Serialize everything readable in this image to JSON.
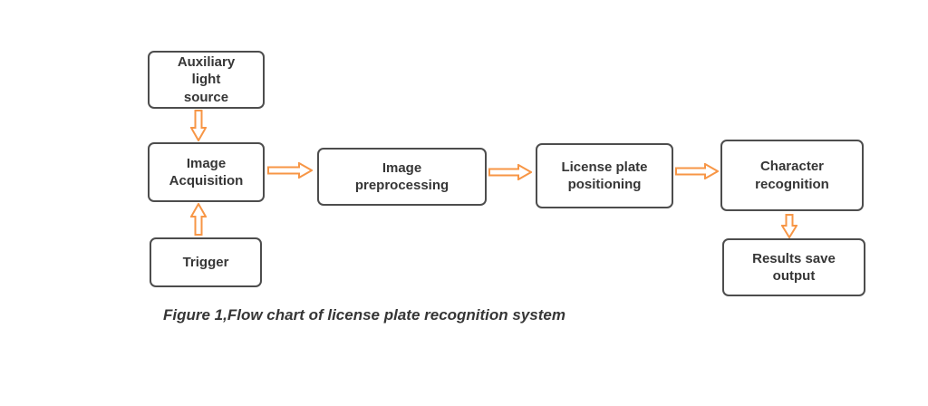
{
  "figure": {
    "caption": "Figure 1,Flow chart of license plate recognition system"
  },
  "nodes": {
    "auxiliary_light_source": {
      "label": "Auxiliary\nlight\nsource"
    },
    "image_acquisition": {
      "label": "Image\nAcquisition"
    },
    "trigger": {
      "label": "Trigger"
    },
    "image_preprocessing": {
      "label": "Image\npreprocessing"
    },
    "license_plate_positioning": {
      "label": "License plate\npositioning"
    },
    "character_recognition": {
      "label": "Character\nrecognition"
    },
    "results_save_output": {
      "label": "Results save\noutput"
    }
  },
  "flow_edges": [
    {
      "from": "Auxiliary light source",
      "to": "Image Acquisition",
      "direction": "down"
    },
    {
      "from": "Trigger",
      "to": "Image Acquisition",
      "direction": "up"
    },
    {
      "from": "Image Acquisition",
      "to": "Image preprocessing",
      "direction": "right"
    },
    {
      "from": "Image preprocessing",
      "to": "License plate positioning",
      "direction": "right"
    },
    {
      "from": "License plate positioning",
      "to": "Character recognition",
      "direction": "right"
    },
    {
      "from": "Character recognition",
      "to": "Results save output",
      "direction": "down"
    }
  ],
  "colors": {
    "arrow": "#F79646",
    "border": "#4d4d4d",
    "text": "#363636",
    "bg": "#ffffff"
  }
}
